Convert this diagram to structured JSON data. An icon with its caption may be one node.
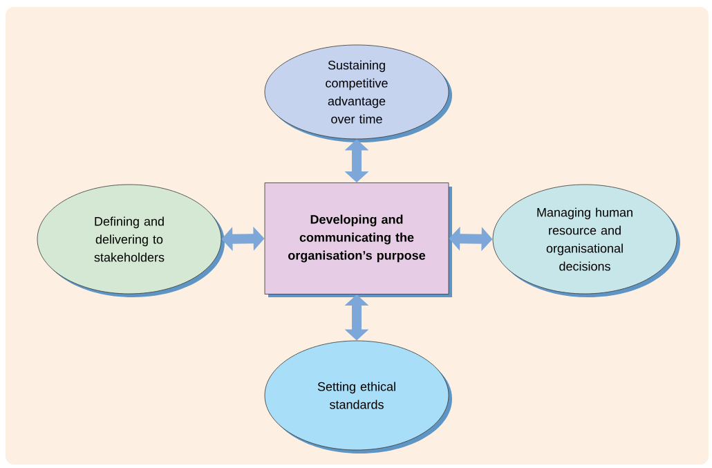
{
  "diagram": {
    "nodes": [
      {
        "text": [
          "Sustaining competitive advantage over time"
        ]
      },
      {
        "text": [
          "Defining and delivering to stakeholders"
        ]
      },
      {
        "text": [
          "Developing and communicating the organisation’s purpose"
        ]
      },
      {
        "text": [
          "Managing human resource and organisational decisions"
        ]
      },
      {
        "text": [
          "Setting ethical standards"
        ]
      }
    ],
    "edges": [
      {
        "from": 2,
        "to": 0,
        "arrow": "both"
      },
      {
        "from": 2,
        "to": 1,
        "arrow": "both"
      },
      {
        "from": 2,
        "to": 3,
        "arrow": "both"
      },
      {
        "from": 2,
        "to": 4,
        "arrow": "both"
      }
    ]
  }
}
